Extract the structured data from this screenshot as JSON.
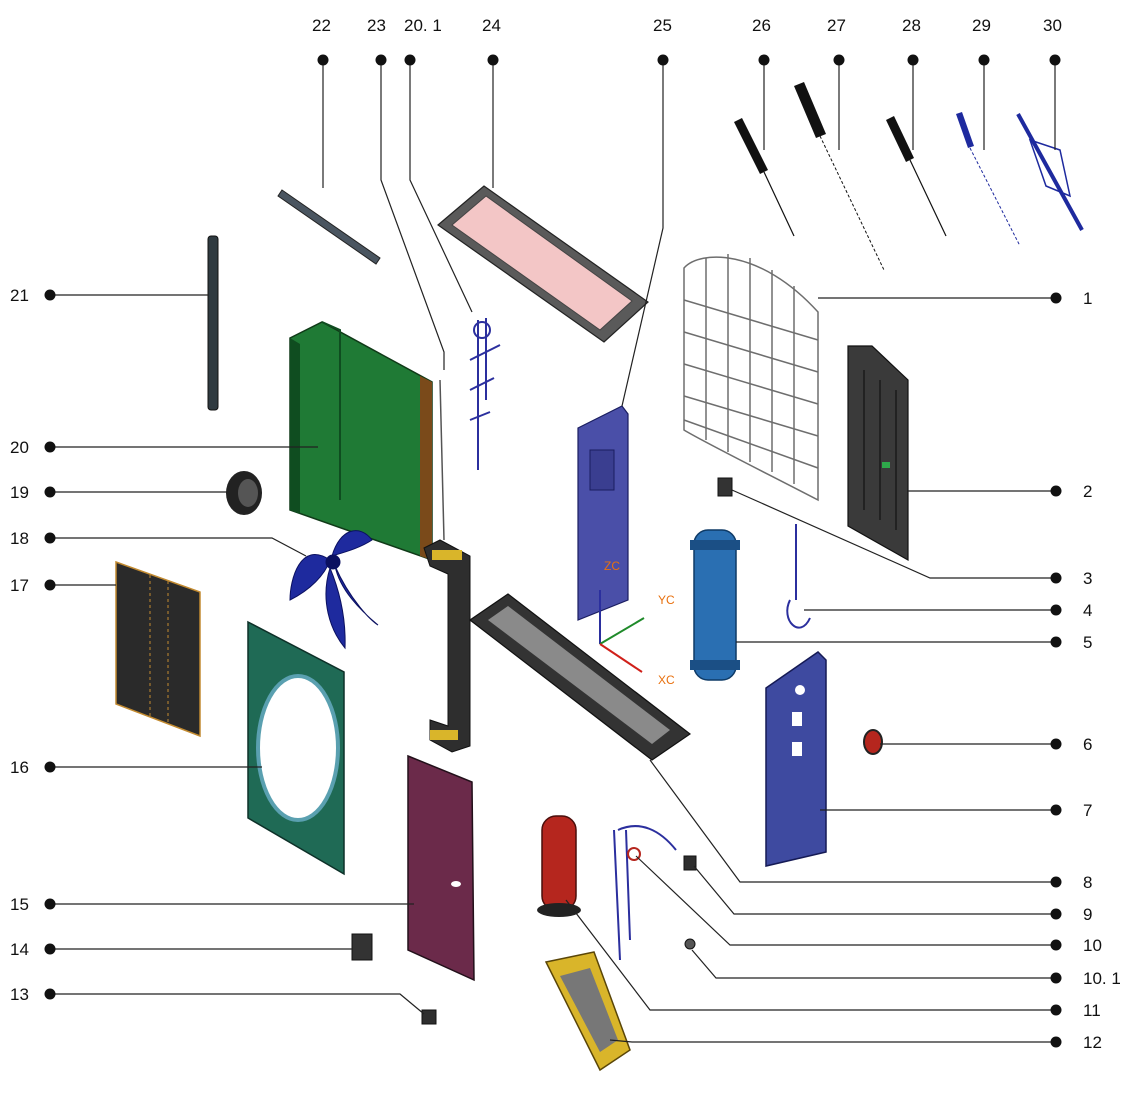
{
  "callouts_top": [
    "22",
    "23",
    "20. 1",
    "24",
    "25",
    "26",
    "27",
    "28",
    "29",
    "30"
  ],
  "callouts_left": [
    "21",
    "20",
    "19",
    "18",
    "17",
    "16",
    "15",
    "14",
    "13"
  ],
  "callouts_right": [
    "1",
    "2",
    "3",
    "4",
    "5",
    "6",
    "7",
    "8",
    "9",
    "10",
    "10. 1",
    "11",
    "12"
  ],
  "axis_labels": {
    "zc": "ZC",
    "yc": "YC",
    "xc": "XC"
  },
  "colors": {
    "coil_green": "#1f7a35",
    "fan_blue": "#1e2a9e",
    "panel_blue": "#4a4fa8",
    "tank_blue": "#2a6fb2",
    "dark_panel": "#3a3a3a",
    "grille_gray": "#6e6e6e",
    "maroon_panel": "#6b2a4a",
    "compressor_red": "#b5261e",
    "yellow_bracket": "#d9b52a",
    "top_pink": "#f3c6c6"
  }
}
